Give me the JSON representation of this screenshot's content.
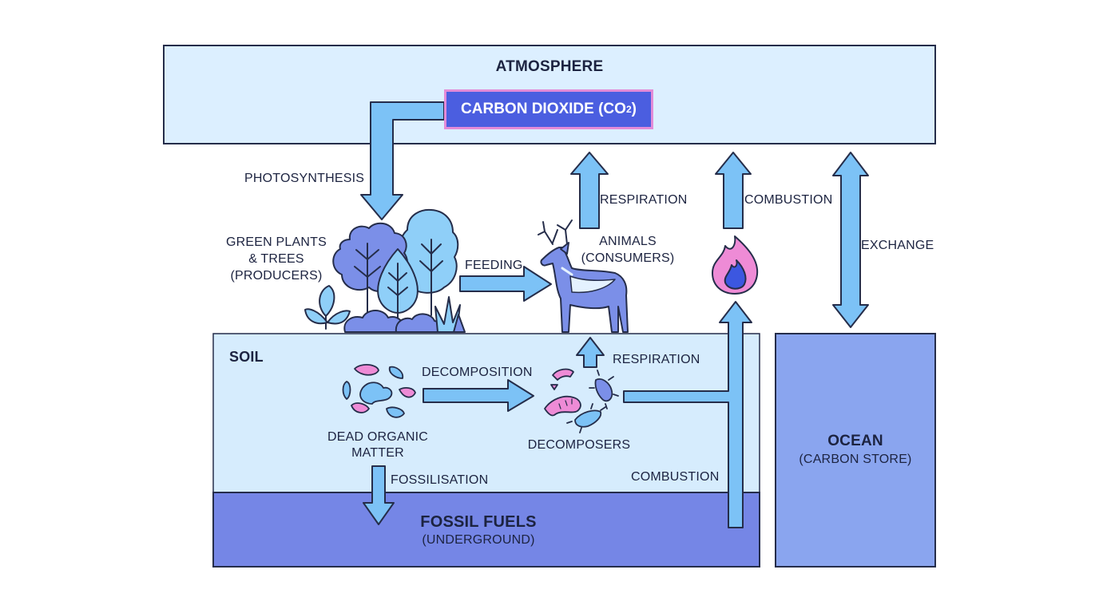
{
  "colors": {
    "atmosphere_fill": "#dcefff",
    "soil_fill": "#d6ecfd",
    "fossil_fill": "#7586e6",
    "ocean_fill": "#8aa5ef",
    "outline": "#252d4a",
    "arrow_fill": "#7cc2f6",
    "co2_fill": "#4b5ee0",
    "co2_border": "#e38bd8",
    "tree_blue": "#7b8fe8",
    "tree_light": "#8fcff8",
    "pink": "#ee8bd6",
    "flame_blue": "#3c57e0"
  },
  "zones": {
    "atmosphere": "ATMOSPHERE",
    "soil": "SOIL",
    "fossil_fuels": "FOSSIL FUELS",
    "fossil_fuels_sub": "(UNDERGROUND)",
    "ocean": "OCEAN",
    "ocean_sub": "(CARBON STORE)"
  },
  "co2": {
    "label": "CARBON DIOXIDE (CO",
    "subscript": "2",
    "close": ")"
  },
  "nodes": {
    "plants_line1": "GREEN PLANTS",
    "plants_line2": "& TREES",
    "plants_line3": "(PRODUCERS)",
    "animals_line1": "ANIMALS",
    "animals_line2": "(CONSUMERS)",
    "dead_matter_line1": "DEAD ORGANIC",
    "dead_matter_line2": "MATTER",
    "decomposers": "DECOMPOSERS"
  },
  "processes": {
    "photosynthesis": "PHOTOSYNTHESIS",
    "respiration_animals": "RESPIRATION",
    "combustion_top": "COMBUSTION",
    "exchange": "EXCHANGE",
    "feeding": "FEEDING",
    "decomposition": "DECOMPOSITION",
    "respiration_decomposers": "RESPIRATION",
    "fossilisation": "FOSSILISATION",
    "combustion_fossil": "COMBUSTION"
  },
  "icons": {
    "plants": "trees-plants-icon",
    "animal": "deer-icon",
    "fire": "flame-icon",
    "matter": "organic-matter-icon",
    "decomposers": "microbes-worm-icon"
  }
}
